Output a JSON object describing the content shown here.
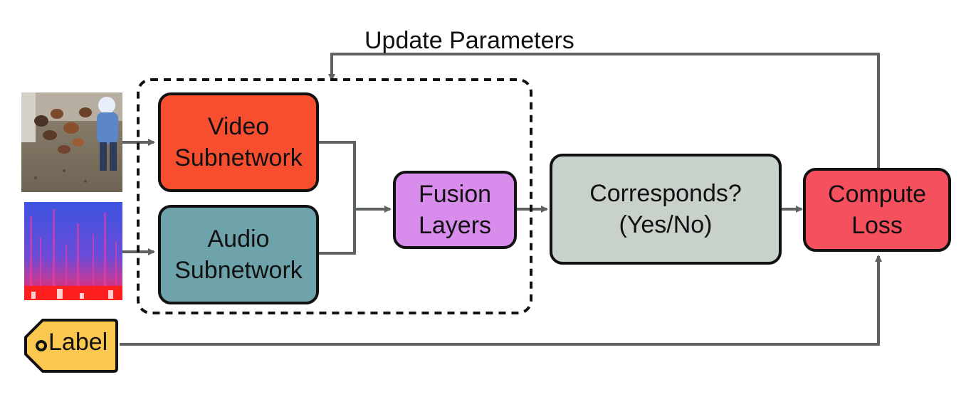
{
  "diagram": {
    "update_label": "Update Parameters",
    "video_box": "Video\nSubnetwork",
    "audio_box": "Audio\nSubnetwork",
    "fusion_box": "Fusion\nLayers",
    "corresponds_box": "Corresponds?\n(Yes/No)",
    "loss_box": "Compute\nLoss",
    "label_tag": "Label"
  },
  "colors": {
    "video": "#f84e30",
    "audio": "#6ea3ab",
    "fusion": "#d88cec",
    "corresponds": "#c9d1cb",
    "loss": "#f4505e",
    "label": "#fbc84f",
    "arrow": "#5e6360"
  },
  "images": {
    "video_frame": "video-frame-image",
    "spectrogram": "audio-spectrogram-image"
  }
}
